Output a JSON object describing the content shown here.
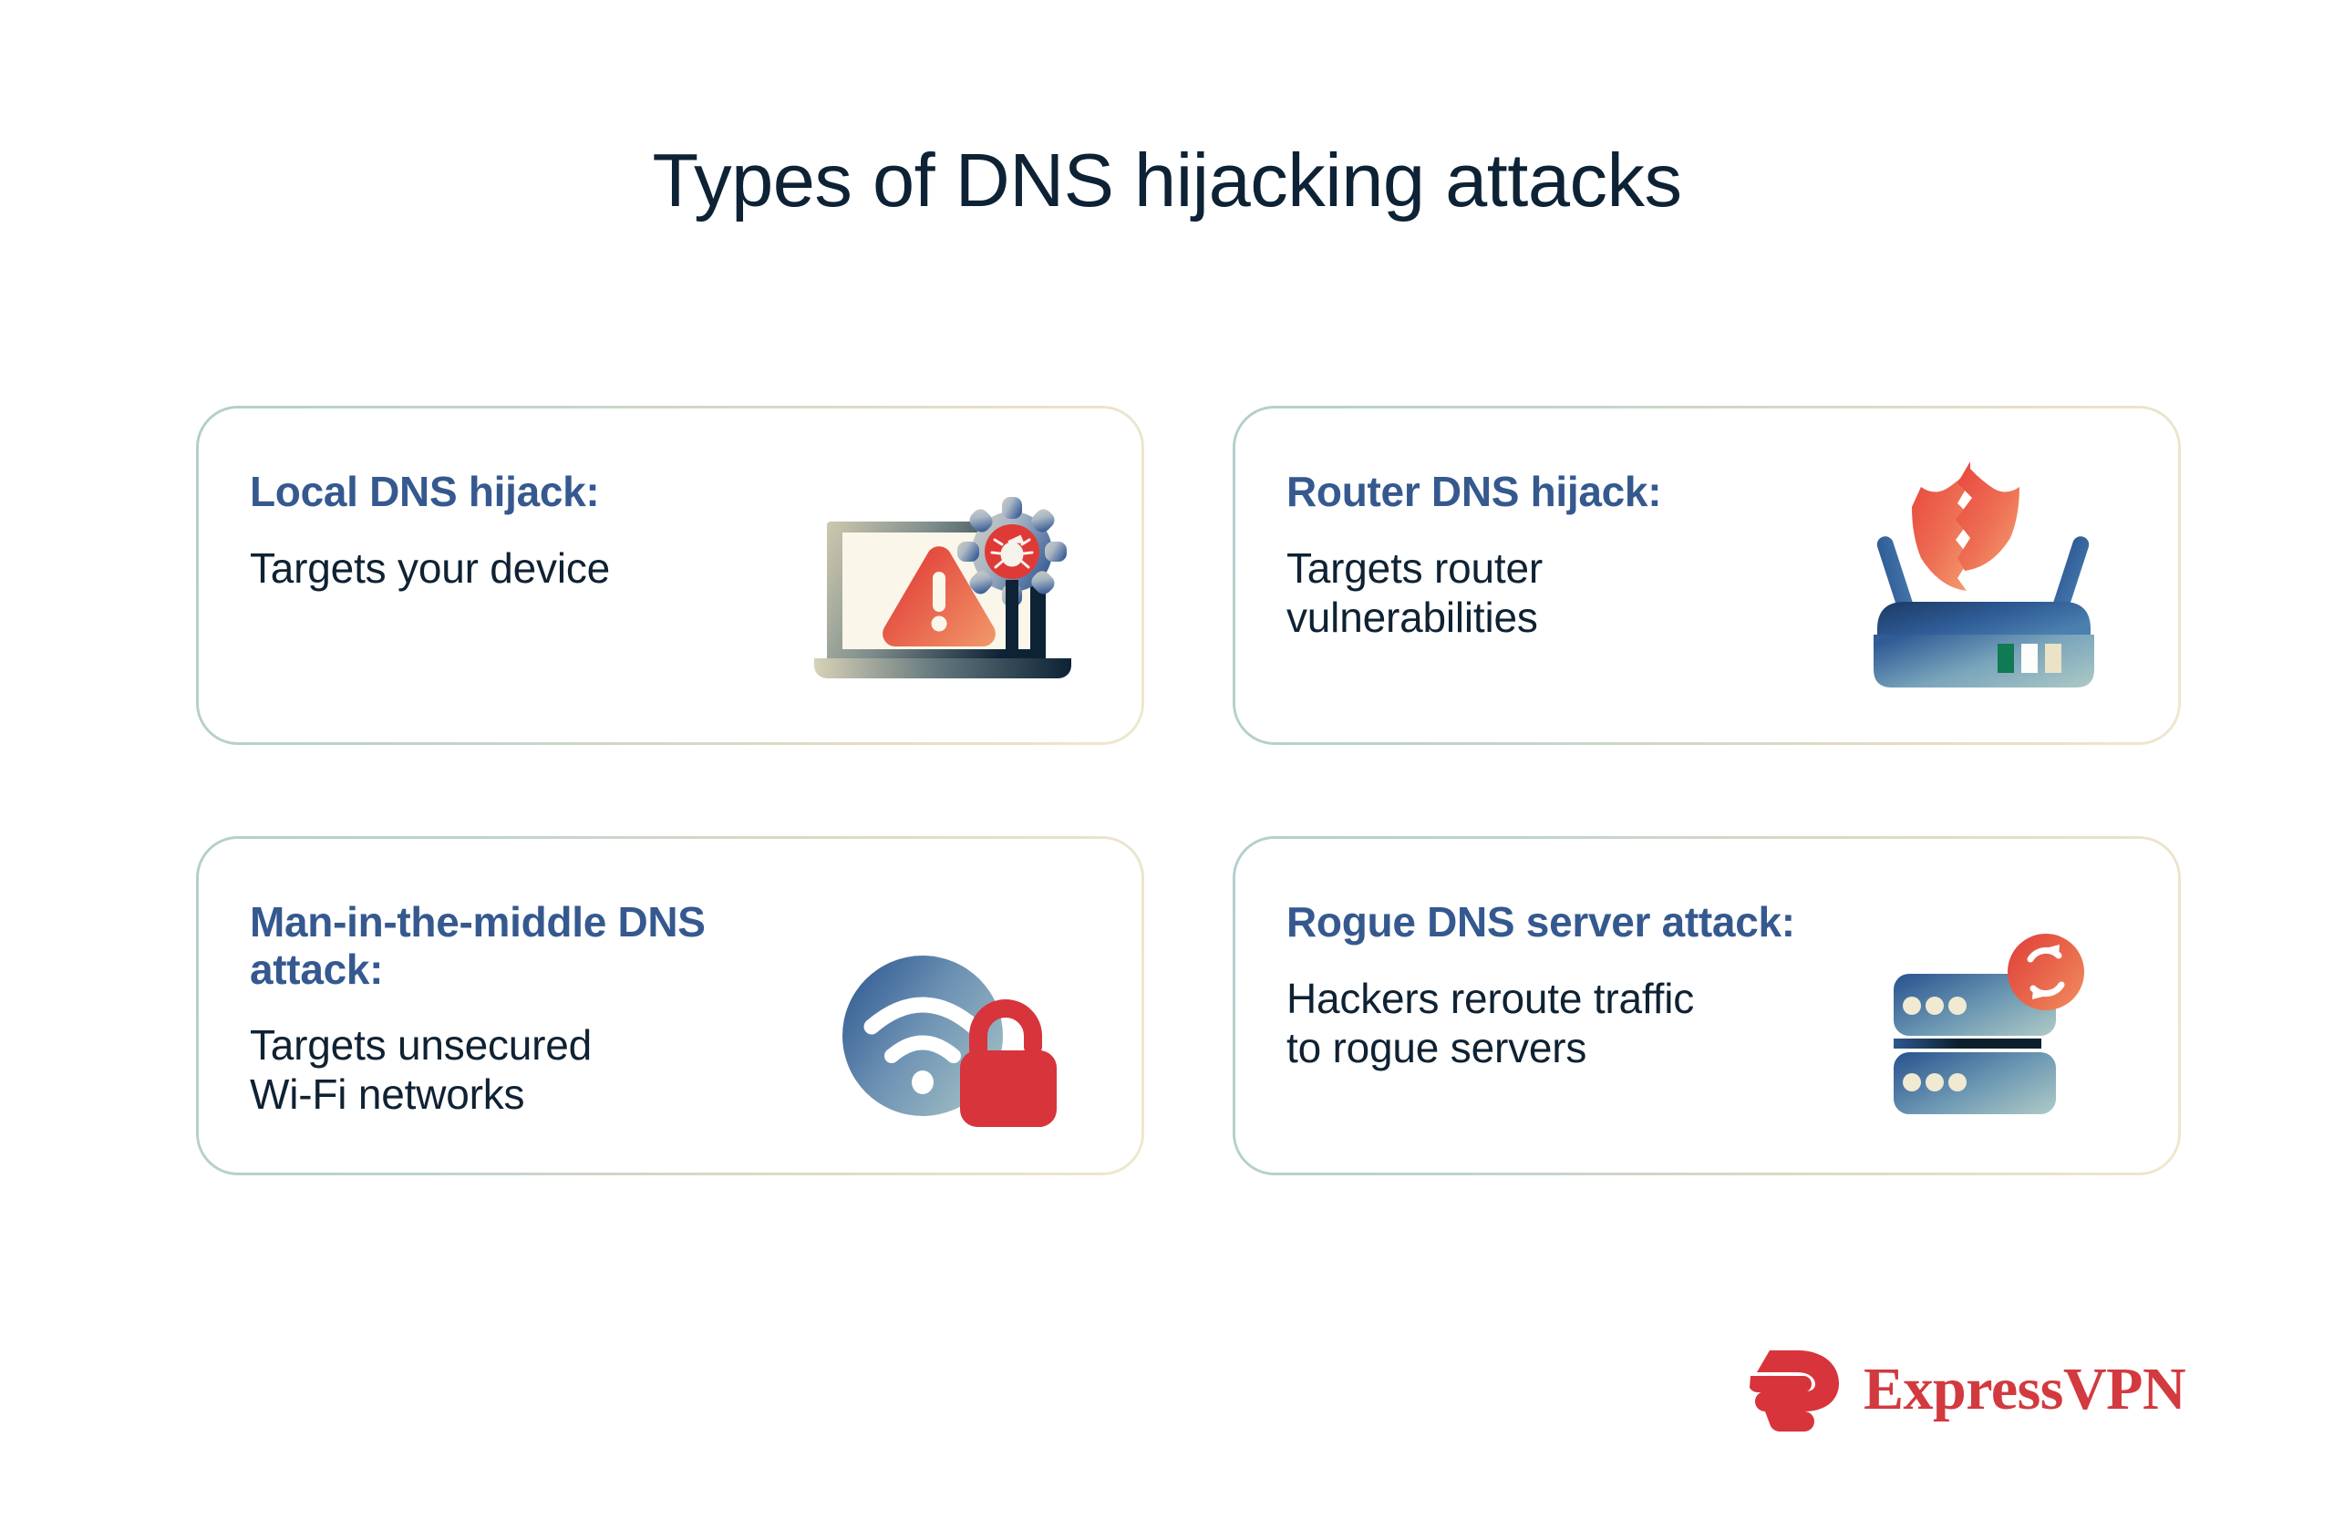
{
  "page": {
    "title": "Types of DNS hijacking attacks",
    "background_color": "#ffffff"
  },
  "colors": {
    "title_text": "#0d2235",
    "heading_blue": "#35598f",
    "body_navy": "#0f2233",
    "card_border_start": "#b2cfcc",
    "card_border_end": "#efe7ce",
    "brand_red": "#d23a3f",
    "accent_red": "#e03a36",
    "accent_orange": "#ef8055",
    "icon_blue_dark": "#2f5b96",
    "icon_blue_light": "#9cc0c6",
    "cream": "#f3ecd9"
  },
  "cards": [
    {
      "id": "local-dns-hijack",
      "heading": "Local DNS hijack:",
      "body": "Targets your device",
      "icon_name": "laptop-warning-bug-gear-icon"
    },
    {
      "id": "router-dns-hijack",
      "heading": "Router DNS hijack:",
      "body": "Targets router\nvulnerabilities",
      "icon_name": "router-broken-shield-icon"
    },
    {
      "id": "man-in-the-middle-dns-attack",
      "heading": "Man-in-the-middle DNS attack:",
      "body": "Targets unsecured\nWi-Fi networks",
      "icon_name": "wifi-open-padlock-icon"
    },
    {
      "id": "rogue-dns-server-attack",
      "heading": "Rogue DNS server attack:",
      "body": "Hackers reroute traffic\nto rogue servers",
      "icon_name": "server-stack-sync-icon"
    }
  ],
  "brand": {
    "name": "ExpressVPN",
    "mark_name": "expressvpn-e-logo-icon"
  }
}
